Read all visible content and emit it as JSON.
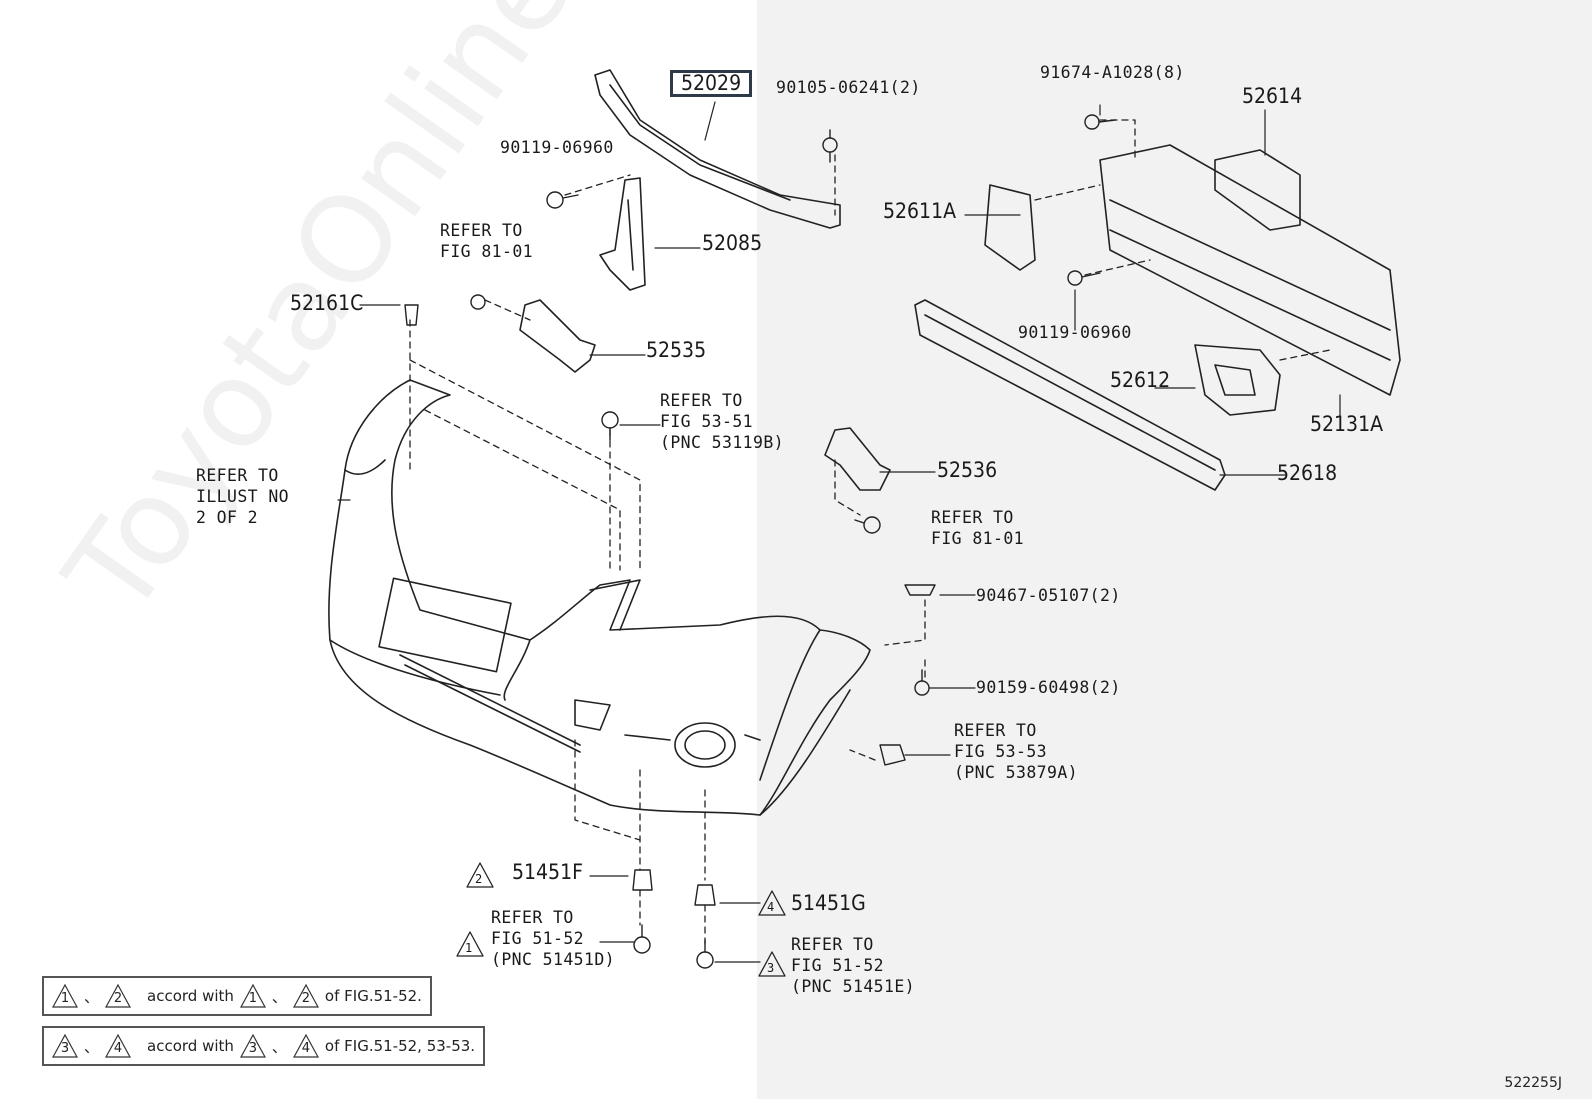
{
  "diagram_code": "522255J",
  "watermark": "ToyotaOnlineP",
  "selected_part": "52029",
  "parts": {
    "p52029": "52029",
    "p90105": "90105-06241(2)",
    "p91674": "91674-A1028(8)",
    "p52614": "52614",
    "p90119a": "90119-06960",
    "p52611A": "52611A",
    "p52085": "52085",
    "ref8101a": "REFER TO\nFIG 81-01",
    "p52161C": "52161C",
    "p52535": "52535",
    "p90119b": "90119-06960",
    "p52612": "52612",
    "p52131A": "52131A",
    "ref5351": "REFER TO\nFIG 53-51\n(PNC 53119B)",
    "p52536": "52536",
    "p52618": "52618",
    "refIllust": "REFER TO\nILLUST NO\n2 OF 2",
    "ref8101b": "REFER TO\nFIG 81-01",
    "p90467": "90467-05107(2)",
    "p90159": "90159-60498(2)",
    "ref5353": "REFER TO\nFIG 53-53\n(PNC 53879A)",
    "p51451F": "51451F",
    "p51451G": "51451G",
    "ref5152d": "REFER TO\nFIG 51-52\n(PNC 51451D)",
    "ref5152e": "REFER TO\nFIG 51-52\n(PNC 51451E)"
  },
  "triangle_marks": {
    "t1": "1",
    "t2": "2",
    "t3": "3",
    "t4": "4"
  },
  "notes": {
    "note1": {
      "a": "1",
      "b": "2",
      "sep": "、",
      "text": "accord with",
      "c": "1",
      "d": "2",
      "tail": "of FIG.51-52."
    },
    "note2": {
      "a": "3",
      "b": "4",
      "sep": "、",
      "text": "accord with",
      "c": "3",
      "d": "4",
      "tail": "of FIG.51-52, 53-53."
    }
  }
}
